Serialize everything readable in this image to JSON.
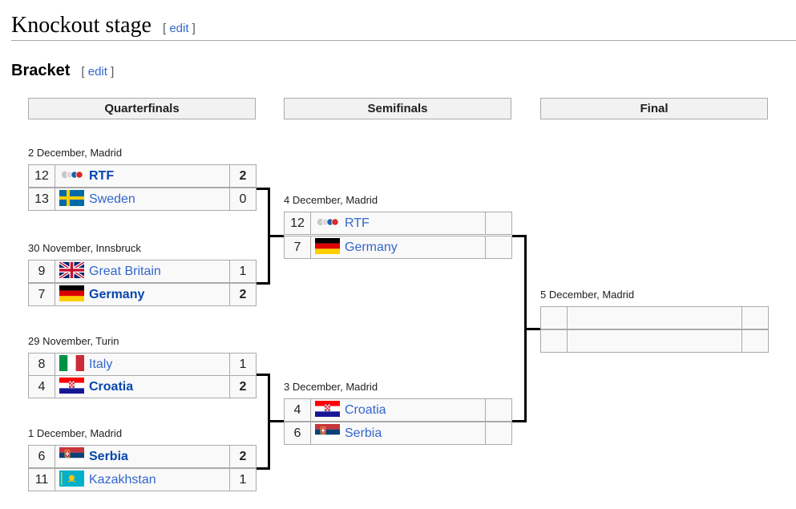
{
  "headings": {
    "knockout": "Knockout stage",
    "bracket": "Bracket",
    "edit_open": "[ ",
    "edit_label": "edit",
    "edit_close": " ]"
  },
  "rounds": [
    "Quarterfinals",
    "Semifinals",
    "Final"
  ],
  "quarterfinals": [
    {
      "date": "2 December, Madrid",
      "teams": [
        {
          "seed": "12",
          "name": "RTF",
          "flag": "rtf",
          "score": "2",
          "winner": true
        },
        {
          "seed": "13",
          "name": "Sweden",
          "flag": "sweden",
          "score": "0",
          "winner": false
        }
      ]
    },
    {
      "date": "30 November, Innsbruck",
      "teams": [
        {
          "seed": "9",
          "name": "Great Britain",
          "flag": "great-britain",
          "score": "1",
          "winner": false
        },
        {
          "seed": "7",
          "name": "Germany",
          "flag": "germany",
          "score": "2",
          "winner": true
        }
      ]
    },
    {
      "date": "29 November, Turin",
      "teams": [
        {
          "seed": "8",
          "name": "Italy",
          "flag": "italy",
          "score": "1",
          "winner": false
        },
        {
          "seed": "4",
          "name": "Croatia",
          "flag": "croatia",
          "score": "2",
          "winner": true
        }
      ]
    },
    {
      "date": "1 December, Madrid",
      "teams": [
        {
          "seed": "6",
          "name": "Serbia",
          "flag": "serbia",
          "score": "2",
          "winner": true
        },
        {
          "seed": "11",
          "name": "Kazakhstan",
          "flag": "kazakhstan",
          "score": "1",
          "winner": false
        }
      ]
    }
  ],
  "semifinals": [
    {
      "date": "4 December, Madrid",
      "teams": [
        {
          "seed": "12",
          "name": "RTF",
          "flag": "rtf",
          "score": "",
          "winner": false
        },
        {
          "seed": "7",
          "name": "Germany",
          "flag": "germany",
          "score": "",
          "winner": false
        }
      ]
    },
    {
      "date": "3 December, Madrid",
      "teams": [
        {
          "seed": "4",
          "name": "Croatia",
          "flag": "croatia",
          "score": "",
          "winner": false
        },
        {
          "seed": "6",
          "name": "Serbia",
          "flag": "serbia",
          "score": "",
          "winner": false
        }
      ]
    }
  ],
  "final": {
    "date": "5 December, Madrid",
    "teams": [
      {
        "seed": "",
        "name": "",
        "flag": "",
        "score": "",
        "winner": false
      },
      {
        "seed": "",
        "name": "",
        "flag": "",
        "score": "",
        "winner": false
      }
    ]
  }
}
